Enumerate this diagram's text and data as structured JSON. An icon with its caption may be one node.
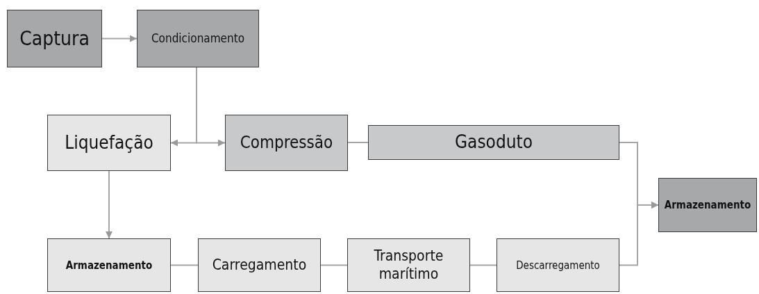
{
  "diagram": {
    "nodes": [
      {
        "text": [
          "Captura"
        ]
      },
      {
        "text": [
          "Condicionamento"
        ]
      },
      {
        "text": [
          "Liquefação"
        ]
      },
      {
        "text": [
          "Compressão"
        ]
      },
      {
        "text": [
          "Gasoduto"
        ]
      },
      {
        "text": [
          "Armazenamento"
        ]
      },
      {
        "text": [
          "Armazenamento"
        ]
      },
      {
        "text": [
          "Carregamento"
        ]
      },
      {
        "text": [
          "Transporte marítimo"
        ]
      },
      {
        "text": [
          "Descarregamento"
        ]
      }
    ],
    "edges": [
      {
        "from": 0,
        "to": 1,
        "arrow": "to"
      },
      {
        "from": 1,
        "to": 2,
        "arrow": "to"
      },
      {
        "from": 1,
        "to": 3,
        "arrow": "to"
      },
      {
        "from": 3,
        "to": 4,
        "arrow": "none"
      },
      {
        "from": 4,
        "to": 5,
        "arrow": "to"
      },
      {
        "from": 9,
        "to": 5,
        "arrow": "to"
      },
      {
        "from": 2,
        "to": 6,
        "arrow": "to"
      },
      {
        "from": 6,
        "to": 7,
        "arrow": "none"
      },
      {
        "from": 7,
        "to": 8,
        "arrow": "none"
      },
      {
        "from": 8,
        "to": 9,
        "arrow": "none"
      }
    ]
  }
}
